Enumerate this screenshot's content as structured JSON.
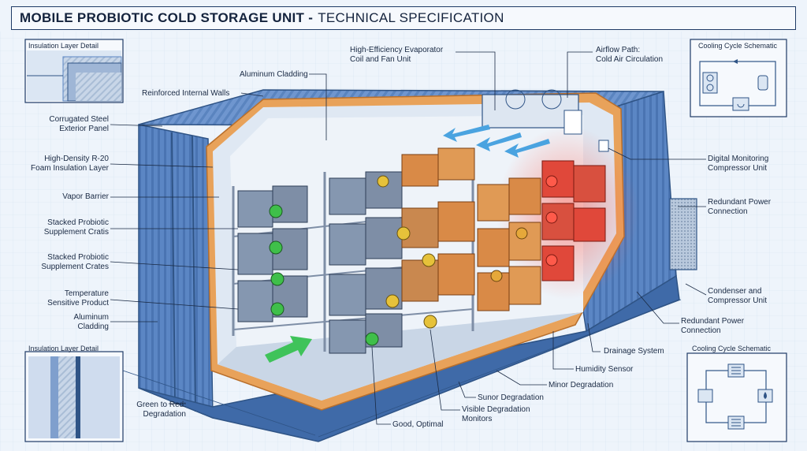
{
  "title": {
    "bold": "MOBILE PROBIOTIC COLD STORAGE UNIT -",
    "thin": "TECHNICAL SPECIFICATION"
  },
  "insets": {
    "insulation_top": "Insulation Layer Detail",
    "insulation_bottom": "Insulation Layer Detail",
    "cycle_top": "Cooling Cycle Schematic",
    "cycle_bottom": "Cooling Cycle Schematic"
  },
  "labels": {
    "aluminum_cladding_top": "Aluminum Cladding",
    "reinforced_walls": "Reinforced Internal Walls",
    "corrugated_steel": "Corrugated Steel\nExterior Panel",
    "foam_insulation": "High-Density R-20\nFoam Insulation Layer",
    "vapor_barrier": "Vapor Barrier",
    "stacked_cratis": "Stacked Probiotic\nSupplement Cratis",
    "stacked_crates": "Stacked Probiotic\nSupplement Crates",
    "temperature_sensitive": "Temperature\nSensitive Product",
    "aluminum_cladding_left": "Aluminum\nCladding",
    "green_to_red": "Green to Red:\nDegradation",
    "evaporator": "High-Efficiency Evaporator\nCoil and Fan Unit",
    "airflow": "Airflow Path:\nCold Air Circulation",
    "digital_monitoring": "Digital Monitoring\nCompressor Unit",
    "redundant_power_top": "Redundant Power\nConnection",
    "condenser": "Condenser and\nCompressor Unit",
    "redundant_power_bottom": "Redundant Power\nConnection",
    "drainage": "Drainage System",
    "humidity": "Humidity Sensor",
    "minor_degradation": "Minor Degradation",
    "sunor_degradation": "Sunor Degradation",
    "visible_degradation": "Visible Degradation\nMonitors",
    "good_optimal": "Good, Optimal"
  },
  "colors": {
    "container_blue": "#5b86c4",
    "container_dark": "#2f5486",
    "insulation_orange": "#e8a25a",
    "crate_gray": "#7e8ea6",
    "crate_orange": "#d98a47",
    "crate_red": "#e0483a",
    "monitor_green": "#3fbf4a",
    "monitor_yellow": "#e6c23a",
    "arrow_blue": "#4aa3e0",
    "arrow_green": "#3fc35a"
  }
}
